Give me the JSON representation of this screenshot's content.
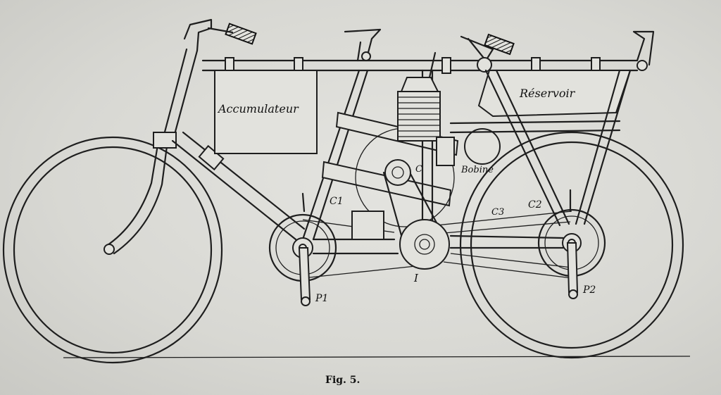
{
  "figure": {
    "caption": "Fig. 5.",
    "labels": {
      "accumulator": "Accumulateur",
      "reservoir": "Réservoir",
      "coil": "Bobine",
      "c": "C",
      "c1": "C1",
      "c2": "C2",
      "c3": "C3",
      "pulley": "I",
      "p1": "P1",
      "p2": "P2"
    }
  }
}
